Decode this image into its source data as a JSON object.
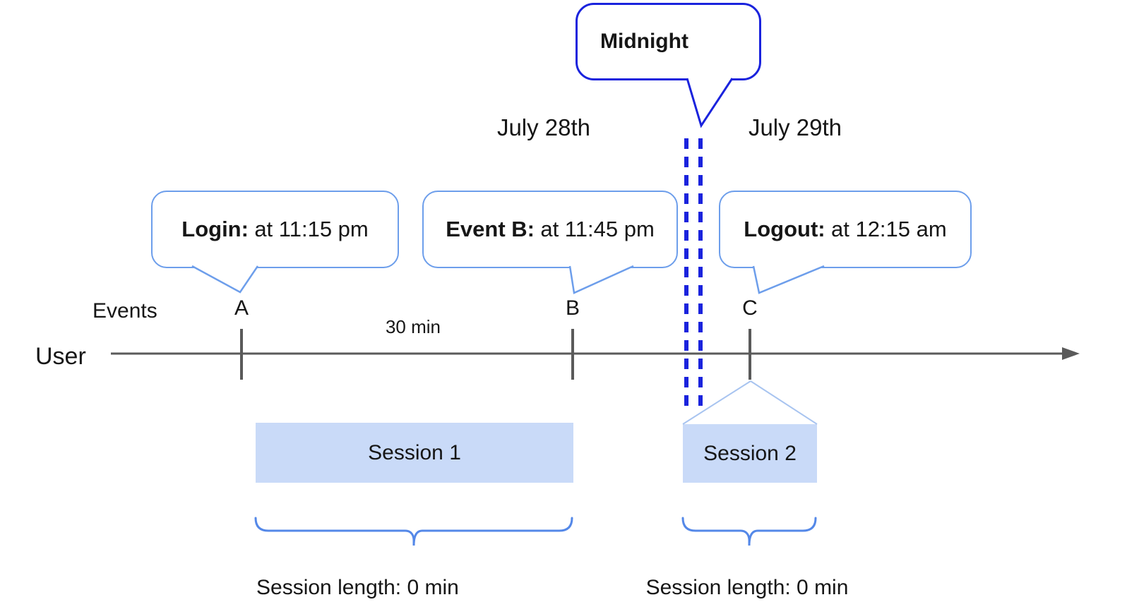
{
  "title": "User session timeline diagram",
  "colors": {
    "light_bubble_border": "#6d9eeb",
    "dark_bubble_border": "#1a23dd",
    "dashed_midnight_line": "#1a23dd",
    "session_box_fill": "#c9daf8",
    "brace": "#5488e8",
    "funnel_line": "#a8c4f0",
    "timeline": "#5a5a5a",
    "text": "#161616"
  },
  "dates": {
    "left": "July 28th",
    "right": "July 29th"
  },
  "midnight": {
    "label": "Midnight"
  },
  "axis": {
    "events_label": "Events",
    "user_label": "User",
    "interval_label": "30 min"
  },
  "events": [
    {
      "id": "A",
      "bubble_label": "Login:",
      "bubble_time": "at 11:15 pm"
    },
    {
      "id": "B",
      "bubble_label": "Event B:",
      "bubble_time": "at 11:45 pm"
    },
    {
      "id": "C",
      "bubble_label": "Logout:",
      "bubble_time": "at 12:15 am"
    }
  ],
  "sessions": [
    {
      "name": "Session 1",
      "length_label": "Session length: 0 min"
    },
    {
      "name": "Session 2",
      "length_label": "Session length: 0 min"
    }
  ]
}
